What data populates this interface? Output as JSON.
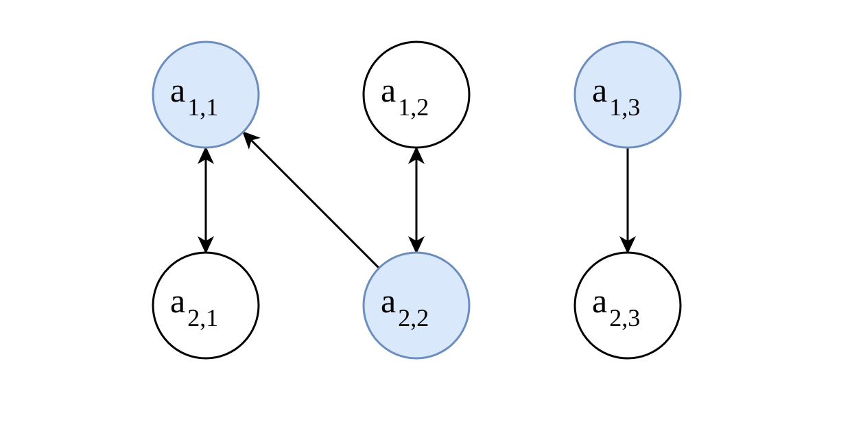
{
  "diagram": {
    "highlight_fill": "#dae8fc",
    "highlight_stroke": "#6c8ebf",
    "plain_fill": "#ffffff",
    "plain_stroke": "#000000",
    "edge_color": "#000000",
    "nodes": [
      {
        "id": "a11",
        "base": "a",
        "sub": "1,1",
        "highlighted": true
      },
      {
        "id": "a12",
        "base": "a",
        "sub": "1,2",
        "highlighted": false
      },
      {
        "id": "a13",
        "base": "a",
        "sub": "1,3",
        "highlighted": true
      },
      {
        "id": "a21",
        "base": "a",
        "sub": "2,1",
        "highlighted": false
      },
      {
        "id": "a22",
        "base": "a",
        "sub": "2,2",
        "highlighted": true
      },
      {
        "id": "a23",
        "base": "a",
        "sub": "2,3",
        "highlighted": false
      }
    ],
    "edges": [
      {
        "from": "a11",
        "to": "a21",
        "direction": "both"
      },
      {
        "from": "a22",
        "to": "a11",
        "direction": "forward"
      },
      {
        "from": "a12",
        "to": "a22",
        "direction": "both"
      },
      {
        "from": "a13",
        "to": "a23",
        "direction": "forward"
      }
    ]
  }
}
